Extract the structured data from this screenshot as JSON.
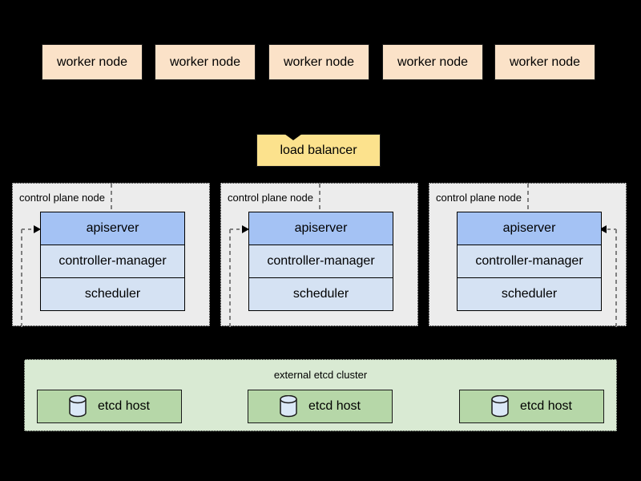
{
  "palette": {
    "background": "#000000",
    "worker_fill": "#fbe2c8",
    "load_balancer_fill": "#fce28d",
    "control_plane_bg": "#ececec",
    "apiserver_fill": "#a4c2f4",
    "component_fill": "#d5e2f3",
    "etcd_cluster_bg": "#d9ead3",
    "etcd_host_fill": "#b6d7a8",
    "cylinder_fill": "#dbe8f7",
    "dashed_line": "#7f7f7f",
    "box_border": "#1a1a1a"
  },
  "workers": [
    {
      "label": "worker node"
    },
    {
      "label": "worker node"
    },
    {
      "label": "worker node"
    },
    {
      "label": "worker node"
    },
    {
      "label": "worker node"
    }
  ],
  "load_balancer": {
    "label": "load balancer"
  },
  "control_plane_nodes": [
    {
      "label": "control plane node",
      "components": {
        "apiserver": "apiserver",
        "controller_manager": "controller-manager",
        "scheduler": "scheduler"
      }
    },
    {
      "label": "control plane node",
      "components": {
        "apiserver": "apiserver",
        "controller_manager": "controller-manager",
        "scheduler": "scheduler"
      }
    },
    {
      "label": "control plane node",
      "components": {
        "apiserver": "apiserver",
        "controller_manager": "controller-manager",
        "scheduler": "scheduler"
      }
    }
  ],
  "etcd_cluster": {
    "label": "external etcd cluster",
    "hosts": [
      {
        "label": "etcd host"
      },
      {
        "label": "etcd host"
      },
      {
        "label": "etcd host"
      }
    ]
  }
}
